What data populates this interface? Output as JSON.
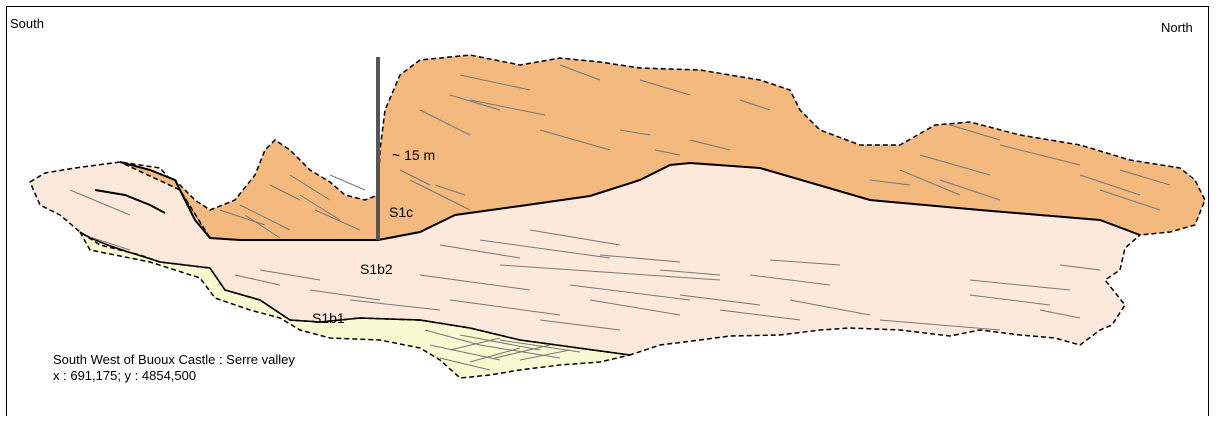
{
  "labels": {
    "south": "South",
    "north": "North",
    "scale": "~ 15 m",
    "unit_s1c": "S1c",
    "unit_s1b2": "S1b2",
    "unit_s1b1": "S1b1"
  },
  "caption": {
    "line1": "South West of Buoux Castle : Serre valley",
    "line2": "x : 691,175; y : 4854,500"
  },
  "colors": {
    "s1c_fill": "#f4b97e",
    "s1b2_fill": "#fde9db",
    "s1b1_fill": "#fafad2",
    "line": "#000000",
    "pole": "#555555"
  }
}
